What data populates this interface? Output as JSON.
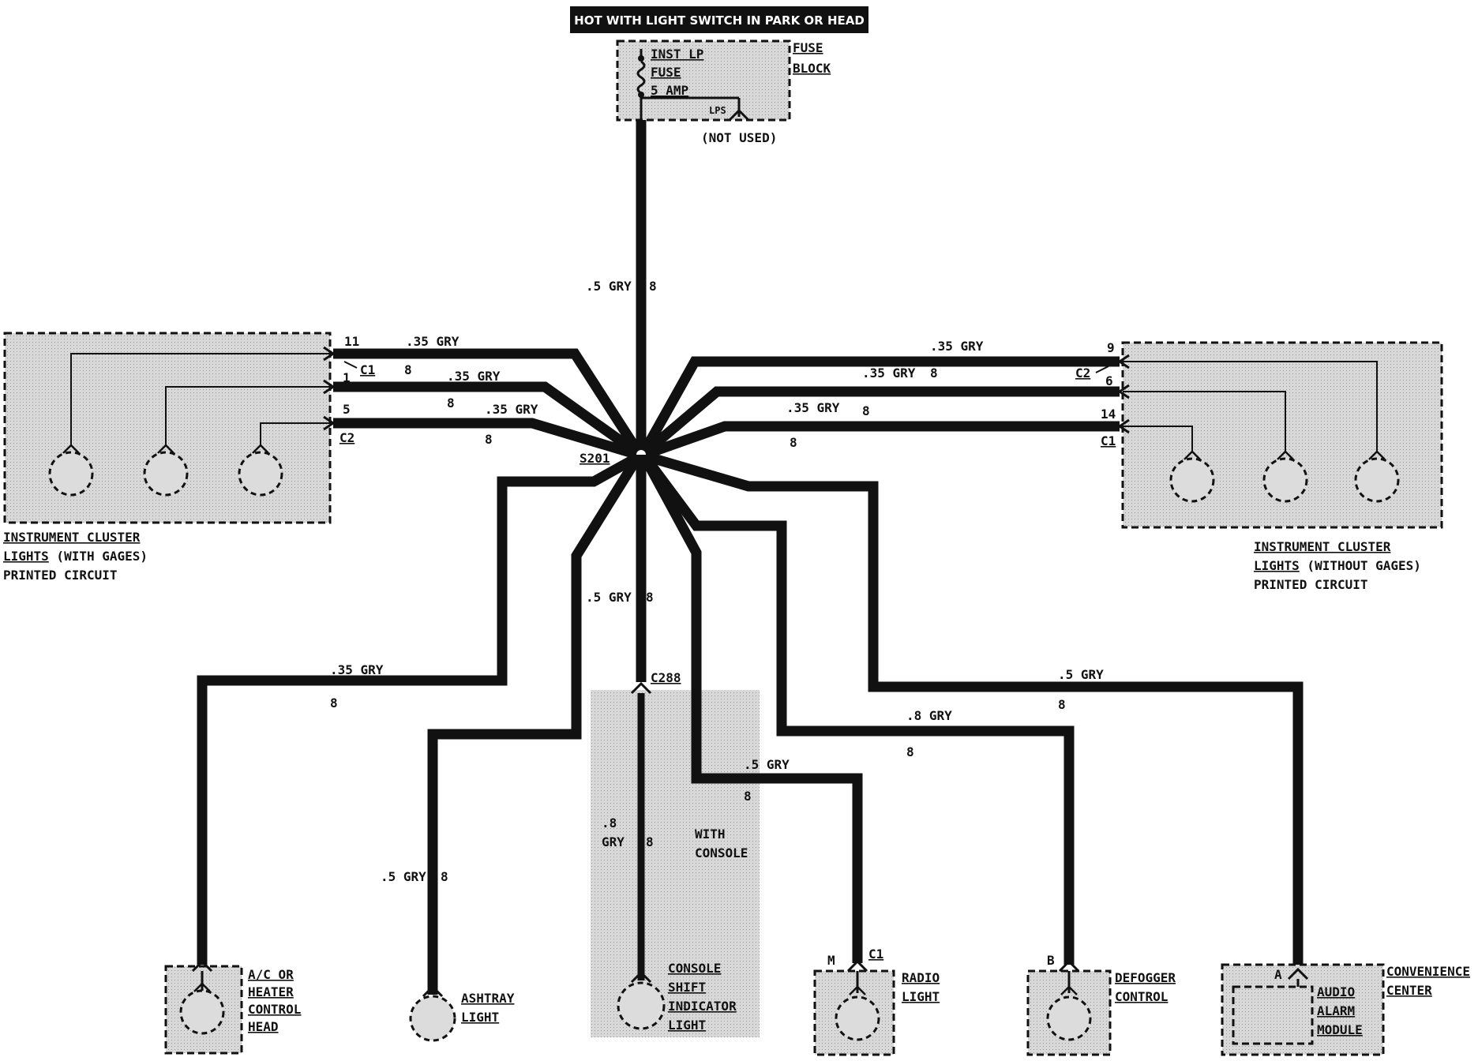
{
  "header": {
    "banner": "HOT WITH LIGHT SWITCH IN PARK OR HEAD",
    "banner_bg": "#111111",
    "banner_fg": "#ffffff"
  },
  "fuse_block": {
    "fuse_line1": "INST LP",
    "fuse_line2": "FUSE",
    "fuse_line3": "5 AMP",
    "lps": "LPS",
    "not_used": "(NOT USED)",
    "label1": "FUSE",
    "label2": "BLOCK"
  },
  "main_wire": {
    "gauge": ".5 GRY",
    "circuit": "8"
  },
  "splice": "S201",
  "left_cluster": {
    "label1": "INSTRUMENT CLUSTER",
    "label2_u": "LIGHTS",
    "label2_rest": " (WITH GAGES)",
    "label3": "PRINTED CIRCUIT",
    "c1": "C1",
    "c2": "C2",
    "wires": [
      {
        "pin": "11",
        "gauge": ".35 GRY",
        "circuit": "8"
      },
      {
        "pin": "1",
        "gauge": ".35 GRY",
        "circuit": "8"
      },
      {
        "pin": "5",
        "gauge": ".35 GRY",
        "circuit": "8"
      }
    ]
  },
  "right_cluster": {
    "label1": "INSTRUMENT CLUSTER",
    "label2_u": "LIGHTS",
    "label2_rest": " (WITHOUT GAGES)",
    "label3": "PRINTED CIRCUIT",
    "c2": "C2",
    "c1": "C1",
    "wires": [
      {
        "pin": "9",
        "gauge": ".35 GRY",
        "circuit": "8"
      },
      {
        "pin": "6",
        "gauge": ".35 GRY",
        "circuit": "8"
      },
      {
        "pin": "14",
        "gauge": ".35 GRY",
        "circuit": "8"
      }
    ]
  },
  "branches": {
    "hvac": {
      "gauge": ".35 GRY",
      "circuit": "8",
      "label": [
        "A/C OR",
        "HEATER",
        "CONTROL",
        "HEAD"
      ]
    },
    "ashtray": {
      "gauge": ".5 GRY",
      "circuit": "8",
      "label": [
        "ASHTRAY",
        "LIGHT"
      ]
    },
    "console": {
      "gauge_upper": ".5 GRY",
      "circuit_upper": "8",
      "connector": "C288",
      "gauge_lower_1": ".8",
      "gauge_lower_2": "GRY",
      "circuit_lower": "8",
      "with1": "WITH",
      "with2": "CONSOLE",
      "label": [
        "CONSOLE",
        "SHIFT",
        "INDICATOR",
        "LIGHT"
      ]
    },
    "radio": {
      "gauge": ".5 GRY",
      "circuit": "8",
      "pin": "M",
      "connector": "C1",
      "label": [
        "RADIO",
        "LIGHT"
      ]
    },
    "defogger": {
      "gauge": ".8 GRY",
      "circuit": "8",
      "pin": "B",
      "label": [
        "DEFOGGER",
        "CONTROL"
      ]
    },
    "convenience": {
      "gauge": ".5 GRY",
      "circuit": "8",
      "pin": "A",
      "label": [
        "CONVENIENCE",
        "CENTER"
      ],
      "module": [
        "AUDIO",
        "ALARM",
        "MODULE"
      ]
    }
  }
}
